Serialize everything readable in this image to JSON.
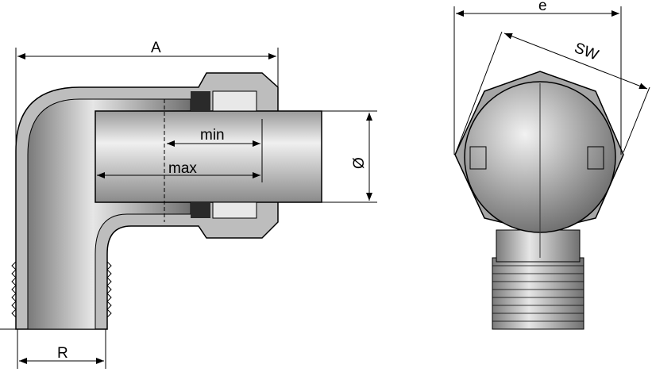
{
  "labels": {
    "A": "A",
    "min": "min",
    "max": "max",
    "diameter": "Ø",
    "R": "R",
    "e": "e",
    "SW": "SW"
  },
  "colors": {
    "metal_light": "#d8d8d8",
    "metal_mid": "#a8a8a8",
    "metal_dark": "#6a6a6a",
    "line": "#000000"
  }
}
